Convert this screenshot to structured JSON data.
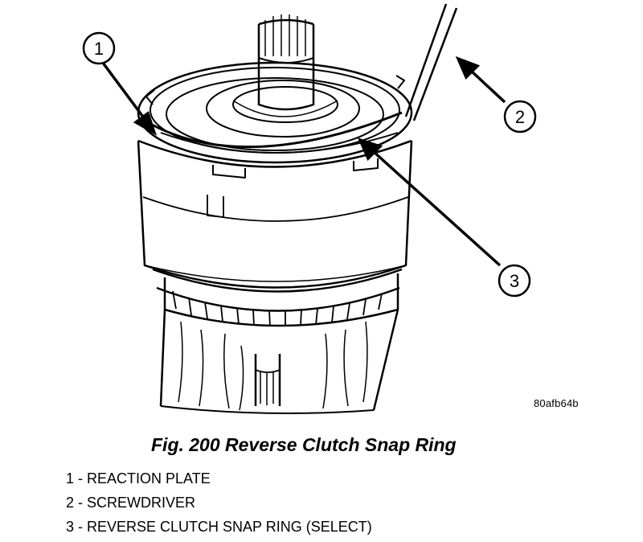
{
  "figure": {
    "callouts": [
      {
        "number": "1"
      },
      {
        "number": "2"
      },
      {
        "number": "3"
      }
    ],
    "reference_code": "80afb64b"
  },
  "caption": "Fig. 200 Reverse Clutch Snap Ring",
  "legend": [
    "1 - REACTION PLATE",
    "2 - SCREWDRIVER",
    "3 - REVERSE CLUTCH SNAP RING (SELECT)"
  ]
}
